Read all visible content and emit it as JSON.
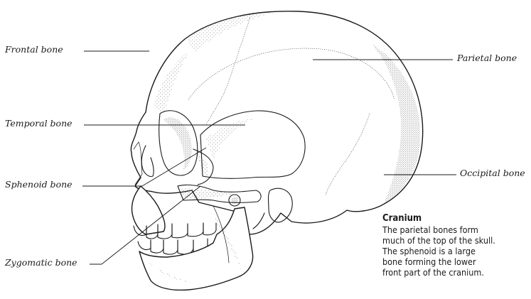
{
  "labels": {
    "frontal": "Frontal bone",
    "temporal": "Temporal bone",
    "sphenoid": "Sphenoid bone",
    "zygomatic": "Zygomatic bone",
    "parietal": "Parietal bone",
    "occipital": "Occipital bone"
  },
  "caption": {
    "title": "Cranium",
    "lines": [
      "The parietal bones form",
      "much of the top of the skull.",
      "The sphenoid is a large",
      "bone forming the lower",
      "front part of the cranium."
    ]
  }
}
